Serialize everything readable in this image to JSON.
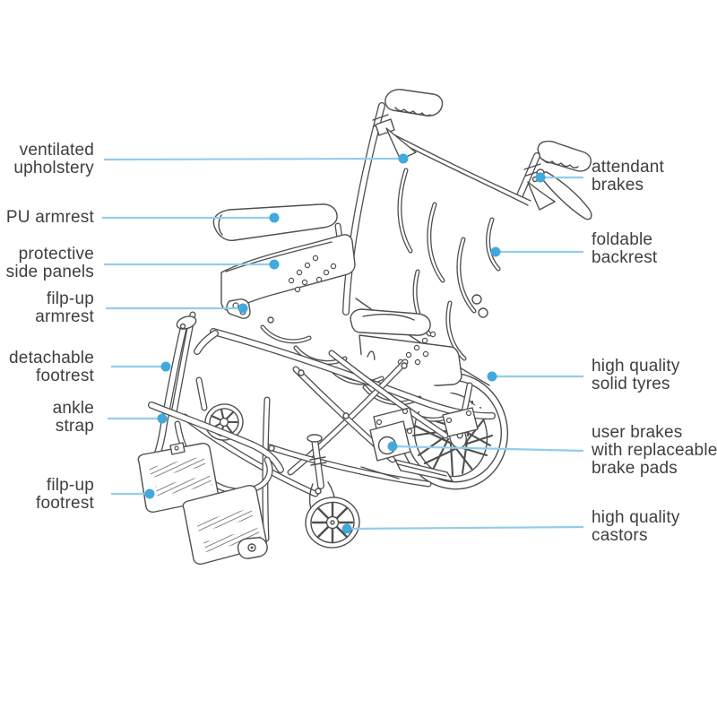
{
  "colors": {
    "leader_line": "#92cde9",
    "leader_dot": "#42a9dd",
    "line_art": "#4f4f4f",
    "text": "#3f3f3f",
    "background": "#ffffff"
  },
  "illustration": {
    "subject": "transit wheelchair line drawing",
    "parts": [
      "push-handles",
      "attendant-brake-lever",
      "backrest",
      "armrests",
      "side-panels",
      "seat",
      "rear-wheel",
      "user-brake",
      "front-casters",
      "footrest-hangers",
      "ankle-strap",
      "footplates"
    ]
  },
  "labels": {
    "left": [
      {
        "id": "ventilated-upholstery",
        "lines": [
          "ventilated",
          "upholstery"
        ]
      },
      {
        "id": "pu-armrest",
        "lines": [
          "PU armrest"
        ]
      },
      {
        "id": "protective-side-panels",
        "lines": [
          "protective",
          "side panels"
        ]
      },
      {
        "id": "filp-up-armrest",
        "lines": [
          "filp-up",
          "armrest"
        ]
      },
      {
        "id": "detachable-footrest",
        "lines": [
          "detachable",
          "footrest"
        ]
      },
      {
        "id": "ankle-strap",
        "lines": [
          "ankle",
          "strap"
        ]
      },
      {
        "id": "filp-up-footrest",
        "lines": [
          "filp-up",
          "footrest"
        ]
      }
    ],
    "right": [
      {
        "id": "attendant-brakes",
        "lines": [
          "attendant",
          "brakes"
        ]
      },
      {
        "id": "foldable-backrest",
        "lines": [
          "foldable",
          "backrest"
        ]
      },
      {
        "id": "high-quality-solid-tyres",
        "lines": [
          "high quality",
          "solid tyres"
        ]
      },
      {
        "id": "user-brakes",
        "lines": [
          "user brakes",
          "with replaceable",
          "brake pads"
        ]
      },
      {
        "id": "high-quality-castors",
        "lines": [
          "high quality",
          "castors"
        ]
      }
    ]
  }
}
